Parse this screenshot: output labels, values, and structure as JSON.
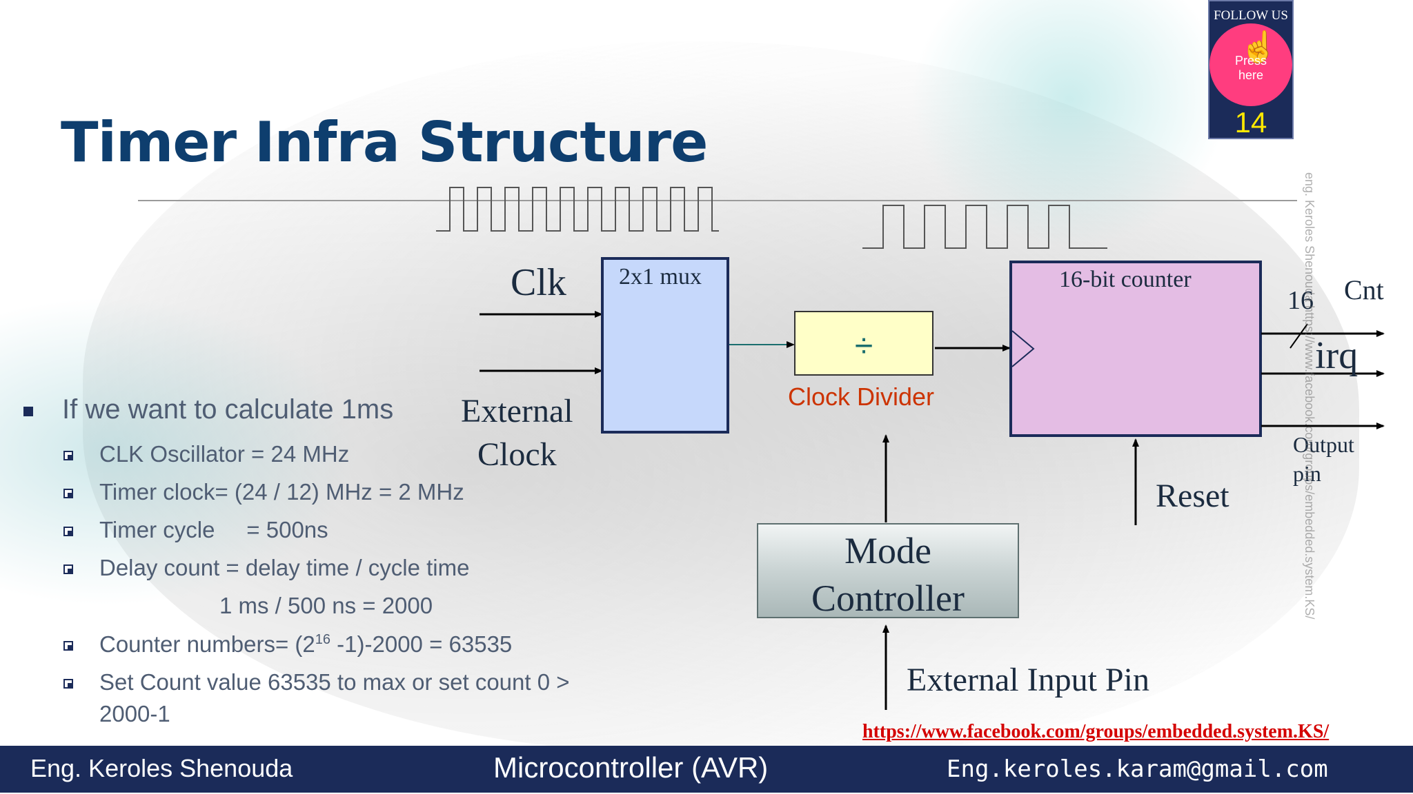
{
  "title": "Timer Infra Structure",
  "badge": {
    "top": "FOLLOW US",
    "press": "Press",
    "here": "here",
    "slide_number": "14"
  },
  "diagram": {
    "clk": "Clk",
    "external1": "External",
    "external2": "Clock",
    "mux": "2x1 mux",
    "divider_symbol": "÷",
    "divider_label": "Clock Divider",
    "counter": "16-bit counter",
    "bits": "16",
    "cnt": "Cnt",
    "irq": "irq",
    "output1": "Output",
    "output2": "pin",
    "reset": "Reset",
    "mode1": "Mode",
    "mode2": "Controller",
    "ext_input": "External Input Pin"
  },
  "bullets": {
    "main": "If we want to calculate 1ms",
    "items": [
      "CLK Oscillator = 24 MHz",
      "Timer clock= (24 / 12) MHz = 2 MHz",
      "Timer cycle     = 500ns",
      "Delay count = delay time / cycle time"
    ],
    "delay_calc": "1 ms / 500 ns = 2000",
    "counter_pre": "Counter numbers= (2",
    "counter_sup": "16",
    "counter_post": " -1)-2000 = 63535",
    "set_line1": "Set Count value 63535 to max or set count 0 >",
    "set_line2": "2000-1"
  },
  "link": "https://www.facebook.com/groups/embedded.system.KS/",
  "side_text": "eng. Keroles Shenouda   https://www.facebook.com/groups/embedded.system.KS/",
  "footer": {
    "author": "Eng. Keroles Shenouda",
    "course": "Microcontroller (AVR)",
    "email": "Eng.keroles.karam@gmail.com"
  },
  "colors": {
    "title": "#0e3e6e",
    "mux_fill": "#c6d8fb",
    "divider_fill": "#ffffc8",
    "counter_fill": "#e4bde4",
    "footer": "#1b2b59",
    "divider_label": "#cc3300",
    "link": "#d40000"
  }
}
